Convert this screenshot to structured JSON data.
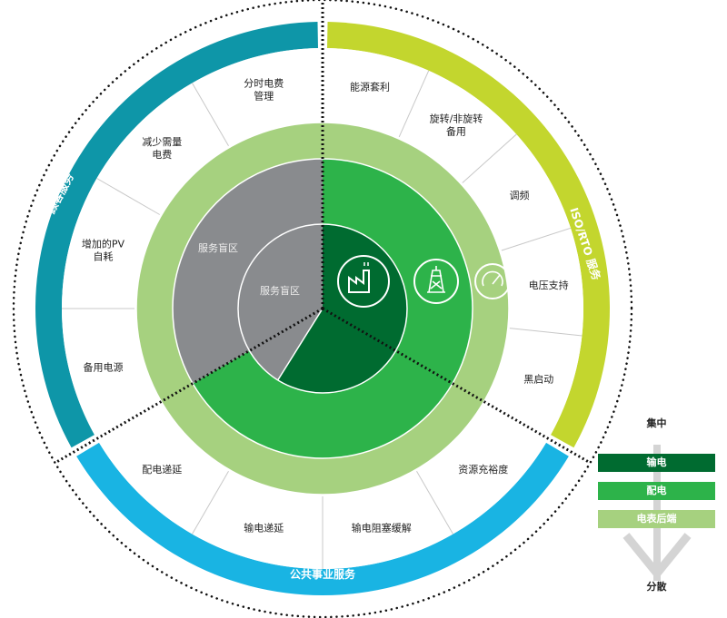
{
  "sectors": {
    "customer": {
      "label": "顾客服务",
      "color": "#0e96a8"
    },
    "iso_rto": {
      "label": "ISO/RTO 服务",
      "color": "#c3d62e"
    },
    "utility": {
      "label": "公共事业服务",
      "color": "#19b4e3"
    }
  },
  "services": {
    "iso_rto": [
      "能源套利",
      "旋转/非旋转\n备用",
      "调频",
      "电压支持",
      "黑启动"
    ],
    "utility": [
      "资源充裕度",
      "输电阻塞缓解",
      "输电递延",
      "配电递延"
    ],
    "customer": [
      "分时电费\n管理",
      "减少需量\n电费",
      "增加的PV\n自耗",
      "备用电源"
    ]
  },
  "blind_zone": {
    "outer": "服务盲区",
    "inner": "服务盲区"
  },
  "icons": [
    "factory-icon",
    "transmission-tower-icon",
    "meter-gauge-icon"
  ],
  "colors": {
    "transmission": "#006b30",
    "distribution": "#2db34a",
    "behind_meter": "#a6d17f",
    "blind": "#898b8e"
  },
  "legend": {
    "top": "集中",
    "items": [
      "输电",
      "配电",
      "电表后端"
    ],
    "bottom": "分散"
  }
}
